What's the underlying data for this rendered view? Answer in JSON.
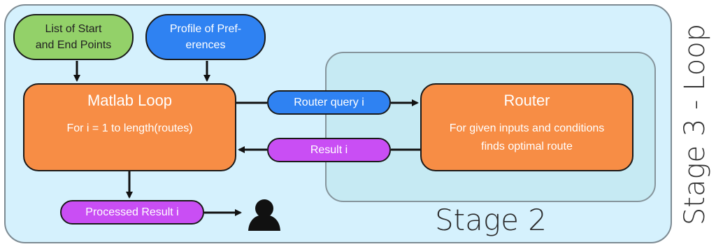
{
  "stage3": {
    "label": "Stage 3 - Loop"
  },
  "stage2": {
    "label": "Stage 2"
  },
  "inputs": {
    "points": {
      "line1": "List of Start",
      "line2": "and End Points"
    },
    "preferences": {
      "line1": "Profile of Pref-",
      "line2": "erences"
    }
  },
  "matlab_loop": {
    "title": "Matlab Loop",
    "subtitle": "For i = 1 to length(routes)"
  },
  "router": {
    "title": "Router",
    "line1": "For given inputs and conditions",
    "line2": "finds optimal route"
  },
  "messages": {
    "query": "Router query i",
    "result": "Result i",
    "processed": "Processed Result i"
  },
  "icons": {
    "user": "user-icon"
  },
  "colors": {
    "stage3_bg": "#d5f1fd",
    "stage2_bg": "#c6eaf3",
    "green": "#93d169",
    "blue": "#2f82f2",
    "orange": "#f78d45",
    "purple": "#c94ef4"
  }
}
